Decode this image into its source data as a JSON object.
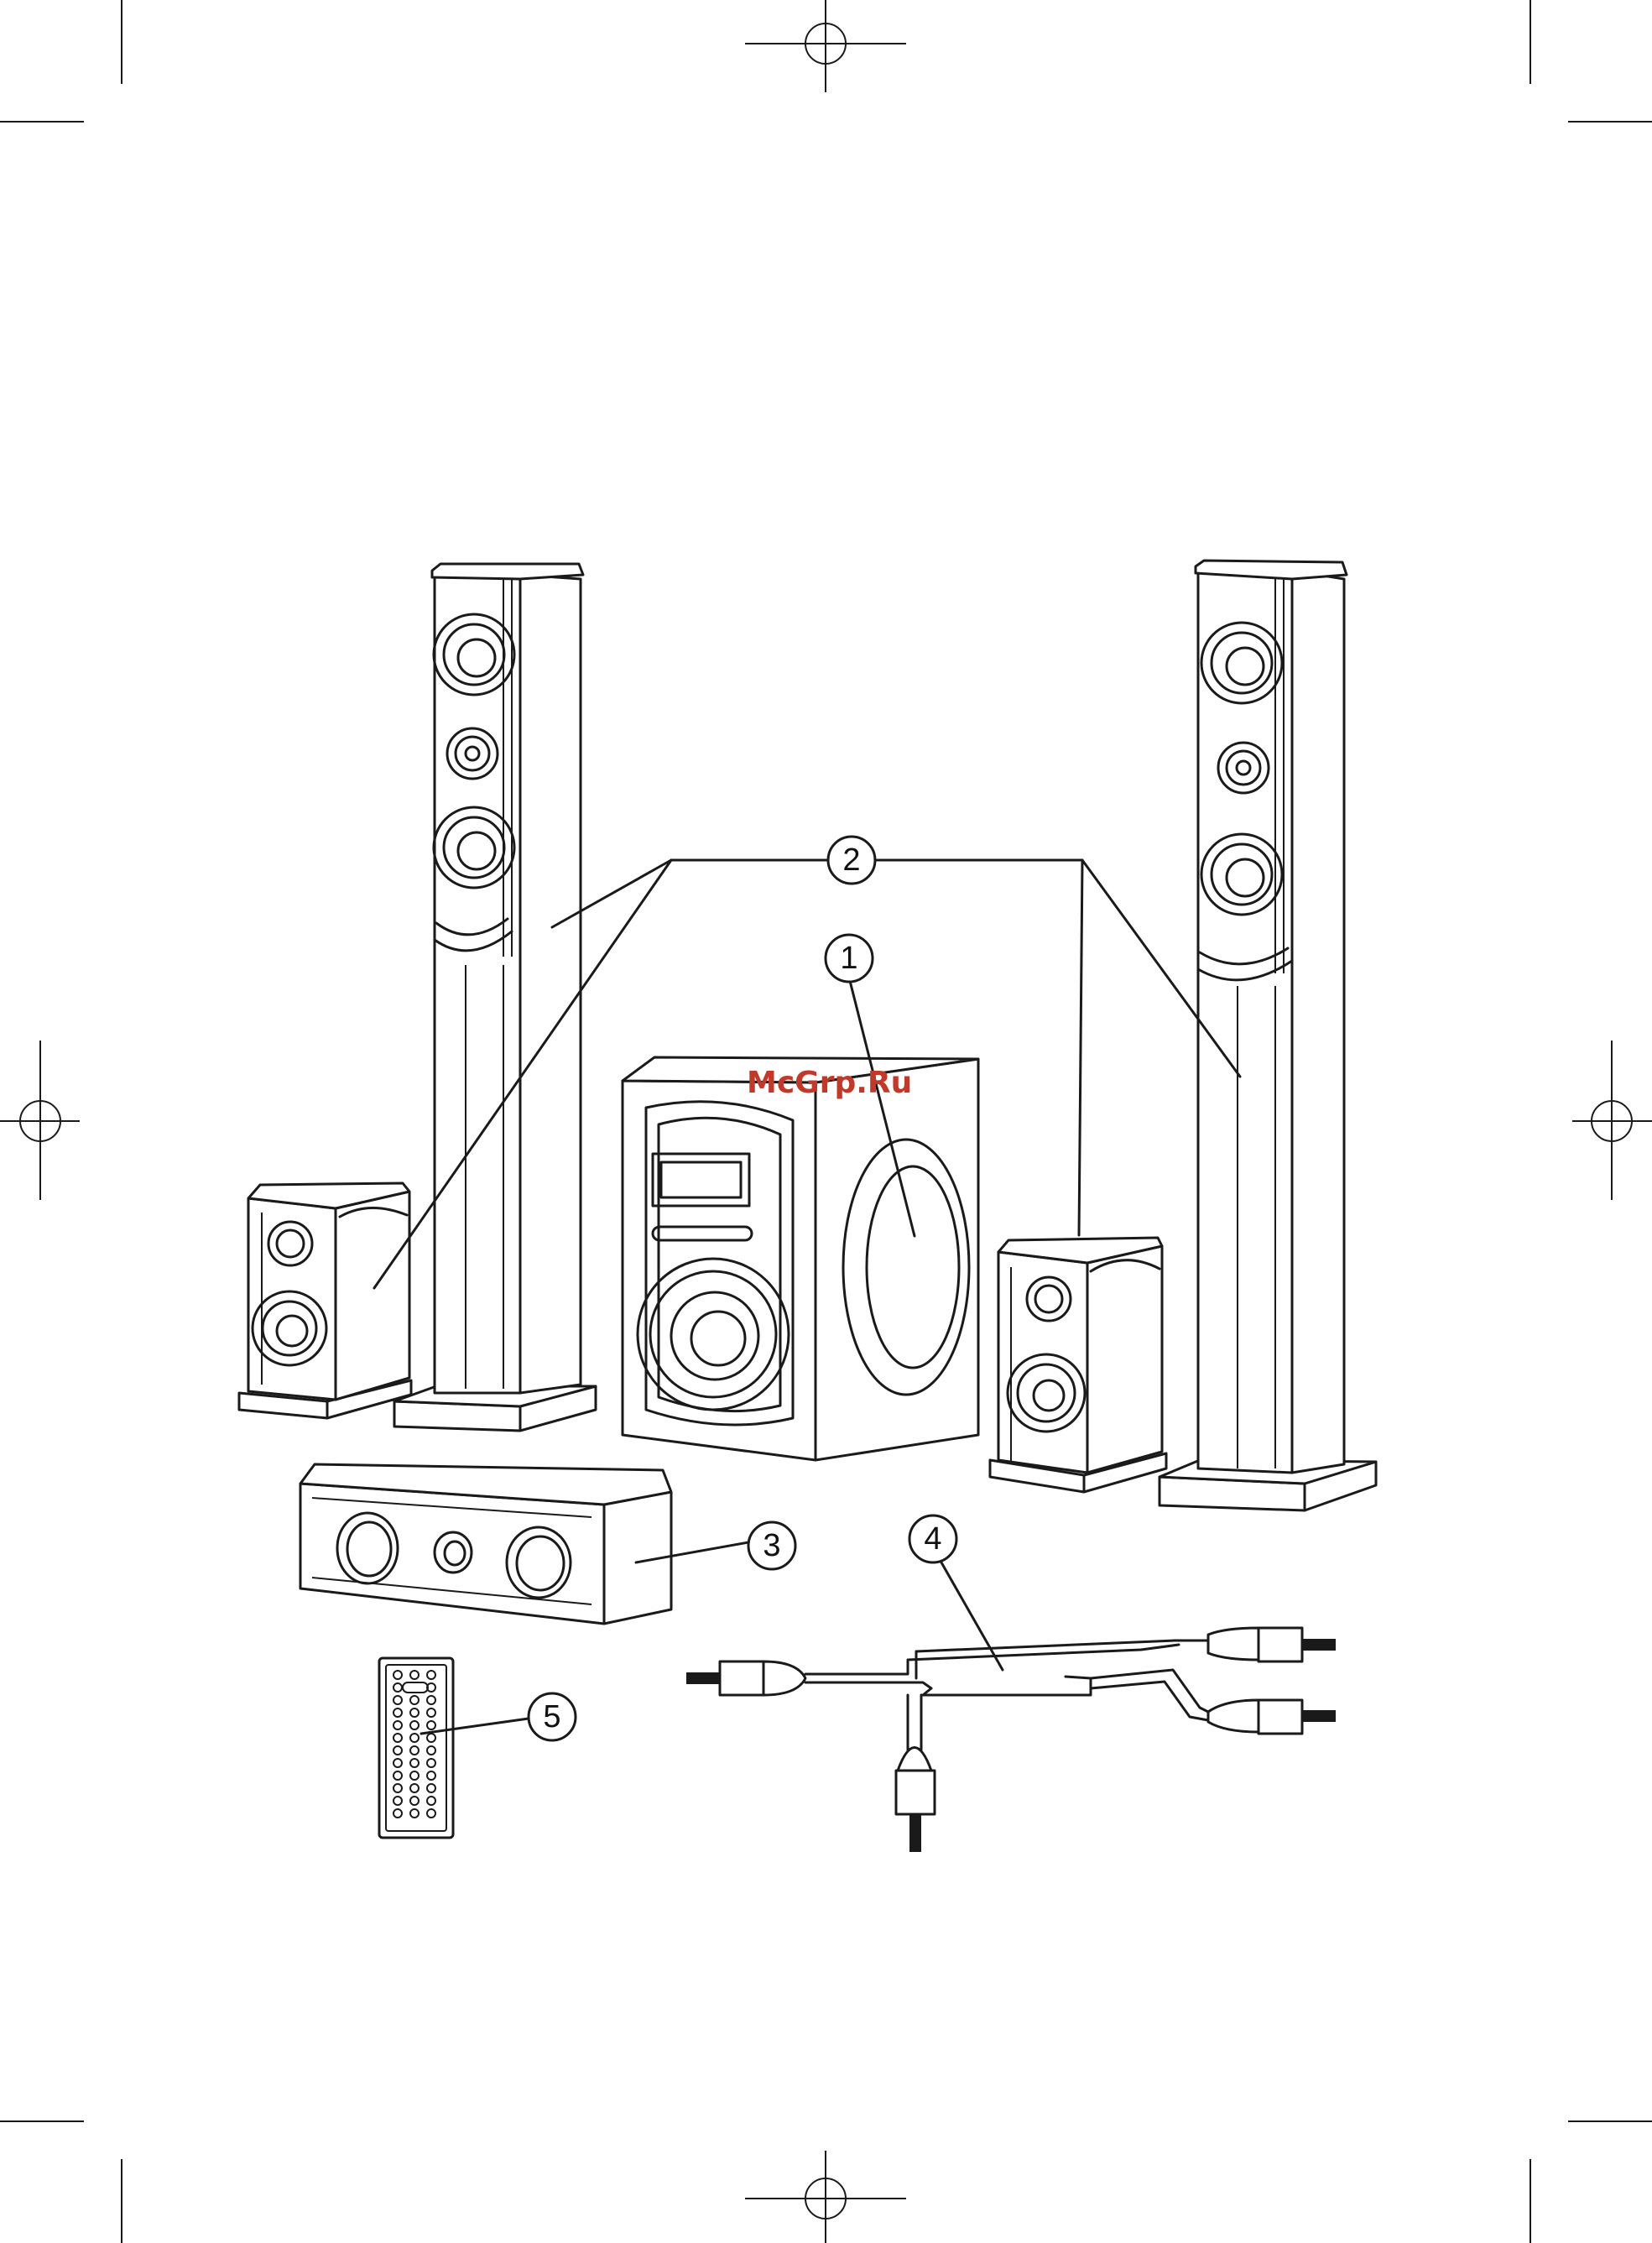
{
  "watermark": "McGrp.Ru",
  "callouts": [
    {
      "id": "subwoofer",
      "label": "1"
    },
    {
      "id": "front-rear-speakers",
      "label": "2"
    },
    {
      "id": "center-speaker",
      "label": "3"
    },
    {
      "id": "rca-cable",
      "label": "4"
    },
    {
      "id": "remote-control",
      "label": "5"
    }
  ],
  "colors": {
    "line": "#1a1a1a",
    "background": "#ffffff",
    "watermark": "#c0392b"
  }
}
